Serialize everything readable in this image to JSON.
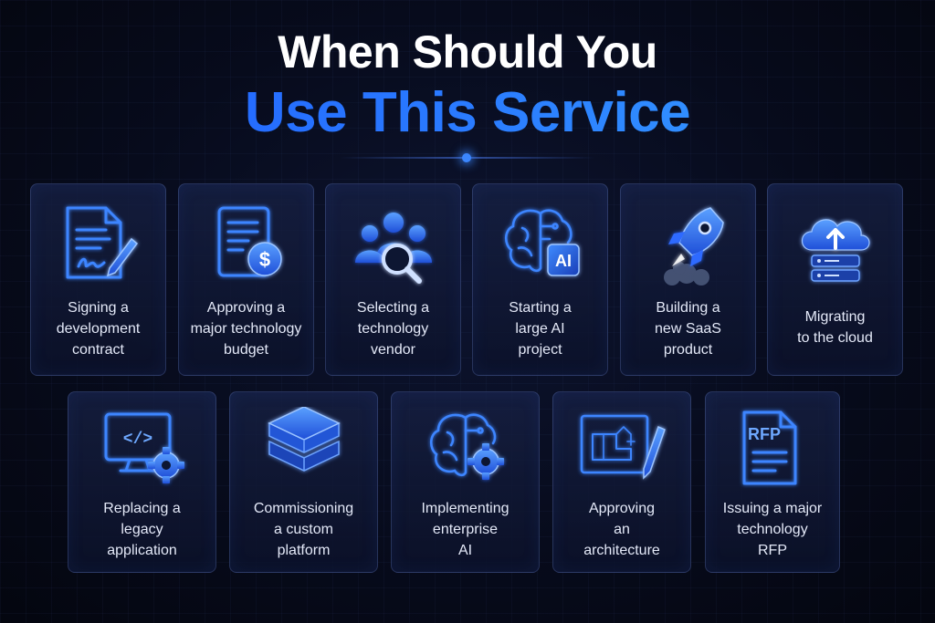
{
  "title": {
    "line1": "When Should You",
    "line2": "Use This Service"
  },
  "colors": {
    "accent": "#2a7bff",
    "accent_light": "#37a2ff",
    "background": "#070b1c",
    "card_border": "#3a4a7a"
  },
  "cards_row1": [
    {
      "label": "Signing a\ndevelopment\ncontract",
      "icon": "contract-signing-icon"
    },
    {
      "label": "Approving a\nmajor technology\nbudget",
      "icon": "budget-document-icon"
    },
    {
      "label": "Selecting a\ntechnology\nvendor",
      "icon": "vendor-search-icon"
    },
    {
      "label": "Starting a\nlarge AI\nproject",
      "icon": "ai-brain-icon"
    },
    {
      "label": "Building a\nnew SaaS\nproduct",
      "icon": "rocket-icon"
    },
    {
      "label": "Migrating\nto the cloud",
      "icon": "cloud-migration-icon"
    }
  ],
  "cards_row2": [
    {
      "label": "Replacing a\nlegacy\napplication",
      "icon": "code-monitor-gear-icon"
    },
    {
      "label": "Commissioning\na custom\nplatform",
      "icon": "platform-layers-icon"
    },
    {
      "label": "Implementing\nenterprise\nAI",
      "icon": "brain-gear-icon"
    },
    {
      "label": "Approving\nan\narchitecture",
      "icon": "blueprint-pencil-icon"
    },
    {
      "label": "Issuing a major\ntechnology\nRFP",
      "icon": "rfp-document-icon"
    }
  ],
  "icon_text": {
    "dollar": "$",
    "ai": "AI",
    "code": "</>",
    "rfp": "RFP"
  }
}
